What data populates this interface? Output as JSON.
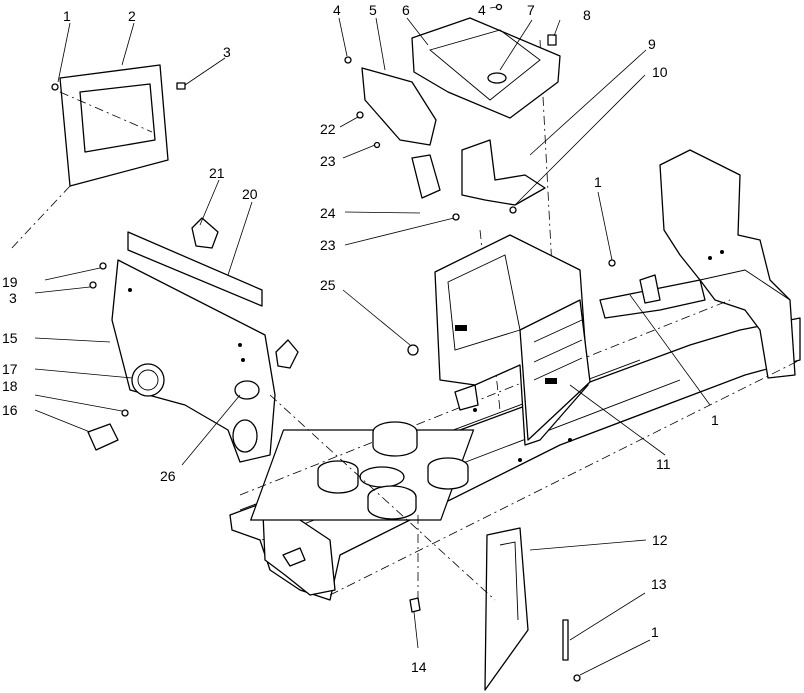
{
  "callouts": [
    {
      "id": "c1a",
      "text": "1"
    },
    {
      "id": "c2",
      "text": "2"
    },
    {
      "id": "c3a",
      "text": "3"
    },
    {
      "id": "c4a",
      "text": "4"
    },
    {
      "id": "c5",
      "text": "5"
    },
    {
      "id": "c6",
      "text": "6"
    },
    {
      "id": "c4b",
      "text": "4"
    },
    {
      "id": "c7",
      "text": "7"
    },
    {
      "id": "c8",
      "text": "8"
    },
    {
      "id": "c9",
      "text": "9"
    },
    {
      "id": "c10",
      "text": "10"
    },
    {
      "id": "c22",
      "text": "22"
    },
    {
      "id": "c23a",
      "text": "23"
    },
    {
      "id": "c21",
      "text": "21"
    },
    {
      "id": "c20",
      "text": "20"
    },
    {
      "id": "c1b",
      "text": "1"
    },
    {
      "id": "c24",
      "text": "24"
    },
    {
      "id": "c23b",
      "text": "23"
    },
    {
      "id": "c19",
      "text": "19"
    },
    {
      "id": "c3b",
      "text": "3"
    },
    {
      "id": "c25",
      "text": "25"
    },
    {
      "id": "c15",
      "text": "15"
    },
    {
      "id": "c17",
      "text": "17"
    },
    {
      "id": "c18",
      "text": "18"
    },
    {
      "id": "c16",
      "text": "16"
    },
    {
      "id": "c1c",
      "text": "1"
    },
    {
      "id": "c11",
      "text": "11"
    },
    {
      "id": "c26",
      "text": "26"
    },
    {
      "id": "c12",
      "text": "12"
    },
    {
      "id": "c13",
      "text": "13"
    },
    {
      "id": "c1d",
      "text": "1"
    },
    {
      "id": "c14",
      "text": "14"
    }
  ]
}
